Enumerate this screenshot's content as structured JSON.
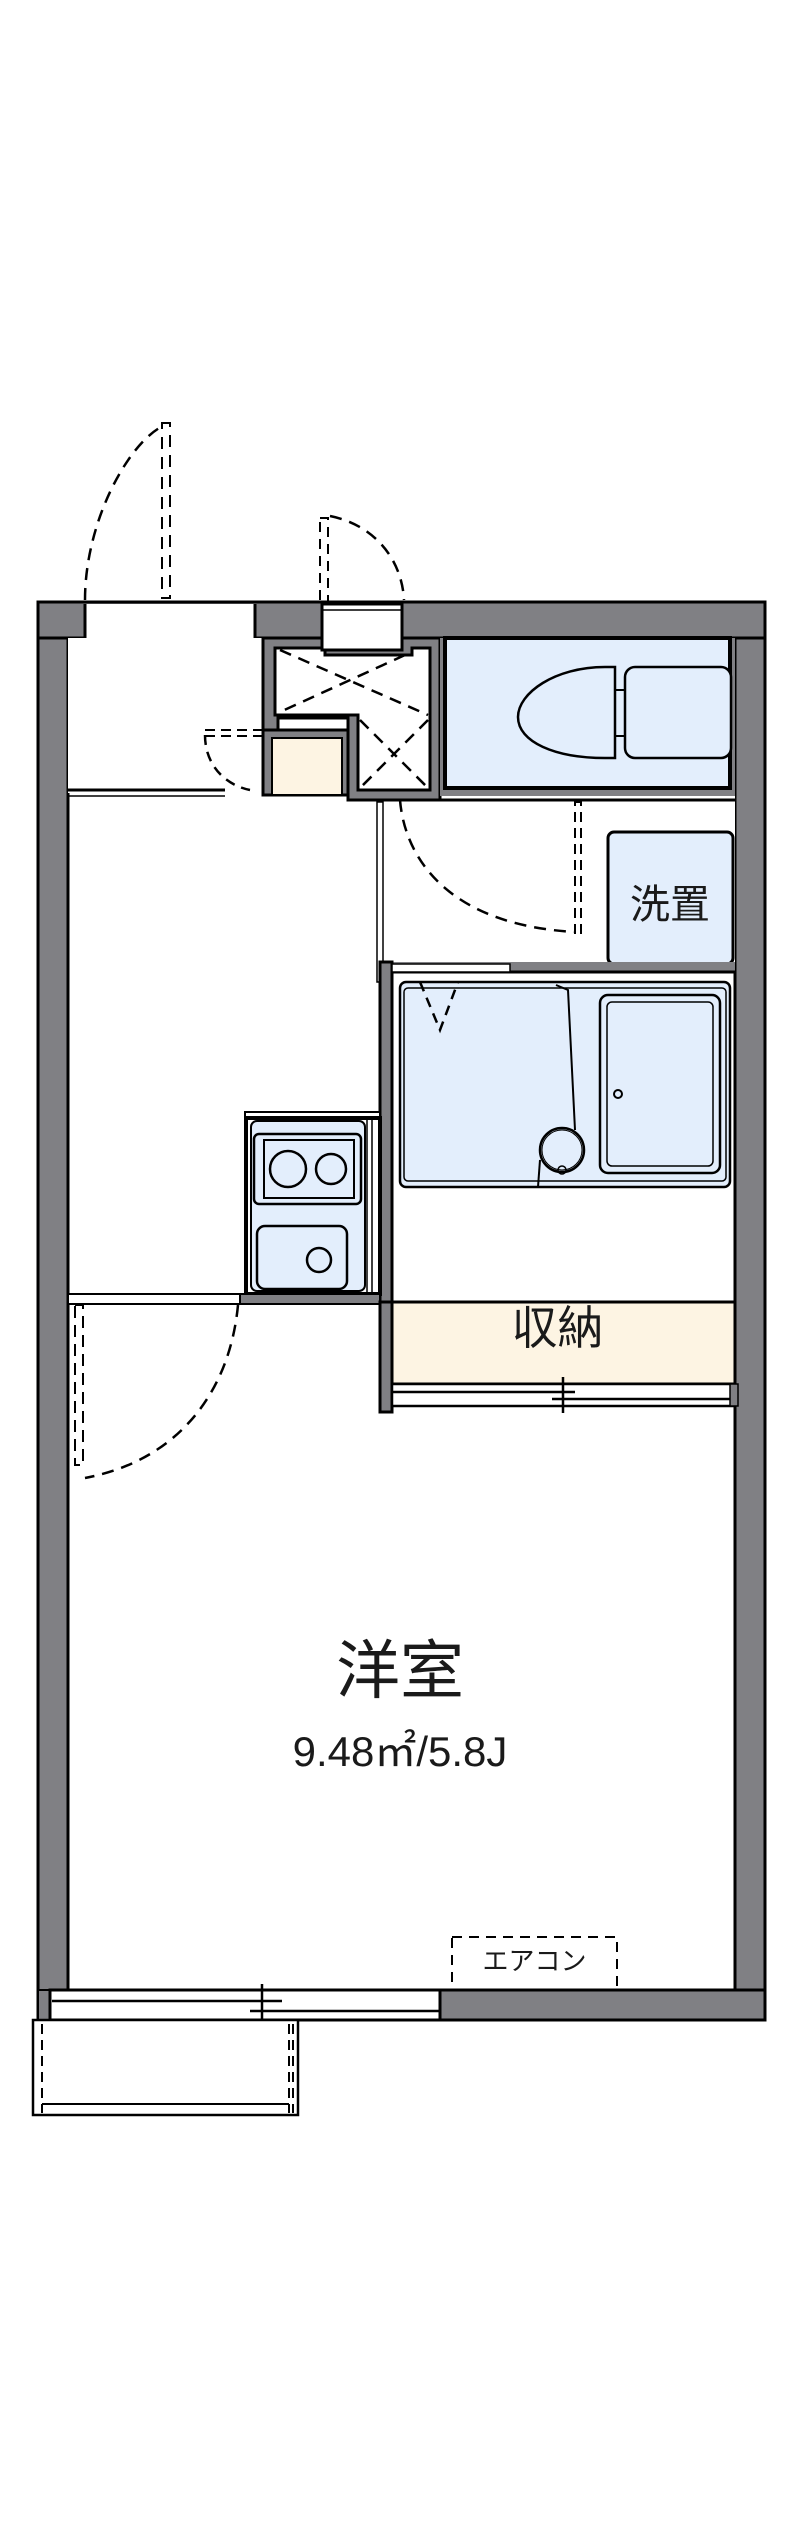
{
  "floor_plan": {
    "rooms": {
      "western_room": {
        "name": "洋室",
        "area": "9.48㎡/5.8J"
      },
      "storage": {
        "name": "収納"
      },
      "washer_space": {
        "name": "洗置"
      },
      "air_conditioner": {
        "name": "エアコン"
      }
    },
    "colors": {
      "wall": "#808084",
      "outline": "#000000",
      "wet_area": "#e3eefc",
      "storage_fill": "#fdf4e3",
      "floor": "#ffffff"
    }
  }
}
